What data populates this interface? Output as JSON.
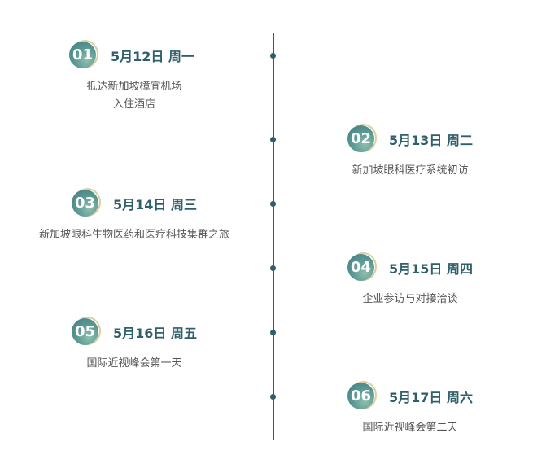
{
  "events": [
    {
      "number": "01",
      "date": "5月12日 周一",
      "desc_lines": [
        "抵达新加坡樟宜机场",
        "入住酒店"
      ]
    },
    {
      "number": "02",
      "date": "5月13日 周二",
      "desc_lines": [
        "新加坡眼科医疗系统初访"
      ]
    },
    {
      "number": "03",
      "date": "5月14日 周三",
      "desc_lines": [
        "新加坡眼科生物医药和医疗科技集群之旅"
      ]
    },
    {
      "number": "04",
      "date": "5月15日 周四",
      "desc_lines": [
        "企业参访与对接洽谈"
      ]
    },
    {
      "number": "05",
      "date": "5月16日 周五",
      "desc_lines": [
        "国际近视峰会第一天"
      ]
    },
    {
      "number": "06",
      "date": "5月17日 周六",
      "desc_lines": [
        "国际近视峰会第二天"
      ]
    }
  ],
  "colors": {
    "line": "#2f5f6a",
    "date_text": "#2f5f6a",
    "desc_text": "#555555",
    "badge_ring": "#d9cfa0",
    "badge_fill": "#5c9a93"
  }
}
